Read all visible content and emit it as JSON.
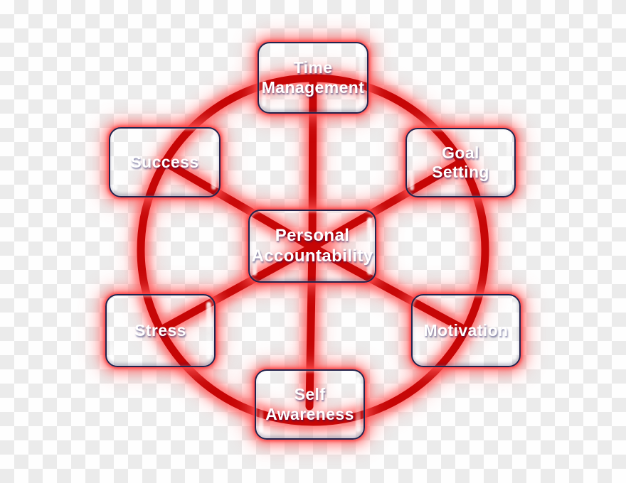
{
  "diagram": {
    "center_node": {
      "label": "Personal Accountability"
    },
    "outer_nodes": [
      {
        "label": "Time Management",
        "position": "top"
      },
      {
        "label": "Goal Setting",
        "position": "top-right"
      },
      {
        "label": "Motivation",
        "position": "bottom-right"
      },
      {
        "label": "Self Awareness",
        "position": "bottom"
      },
      {
        "label": "Stress",
        "position": "bottom-left"
      },
      {
        "label": "Success",
        "position": "top-left"
      }
    ],
    "connectors": {
      "shape": "ring-with-spokes",
      "spoke_count": 6
    },
    "colors": {
      "node_fill": "#5165c1",
      "node_fill_highlight": "#8290d6",
      "node_border": "#23234d",
      "node_text": "#ffffff",
      "connector_red": "#c60606",
      "connector_glow": "#ff6b6b",
      "checker_white": "#fefefe",
      "checker_gray": "#ebebeb"
    },
    "background_style": "transparency-checkerboard"
  }
}
